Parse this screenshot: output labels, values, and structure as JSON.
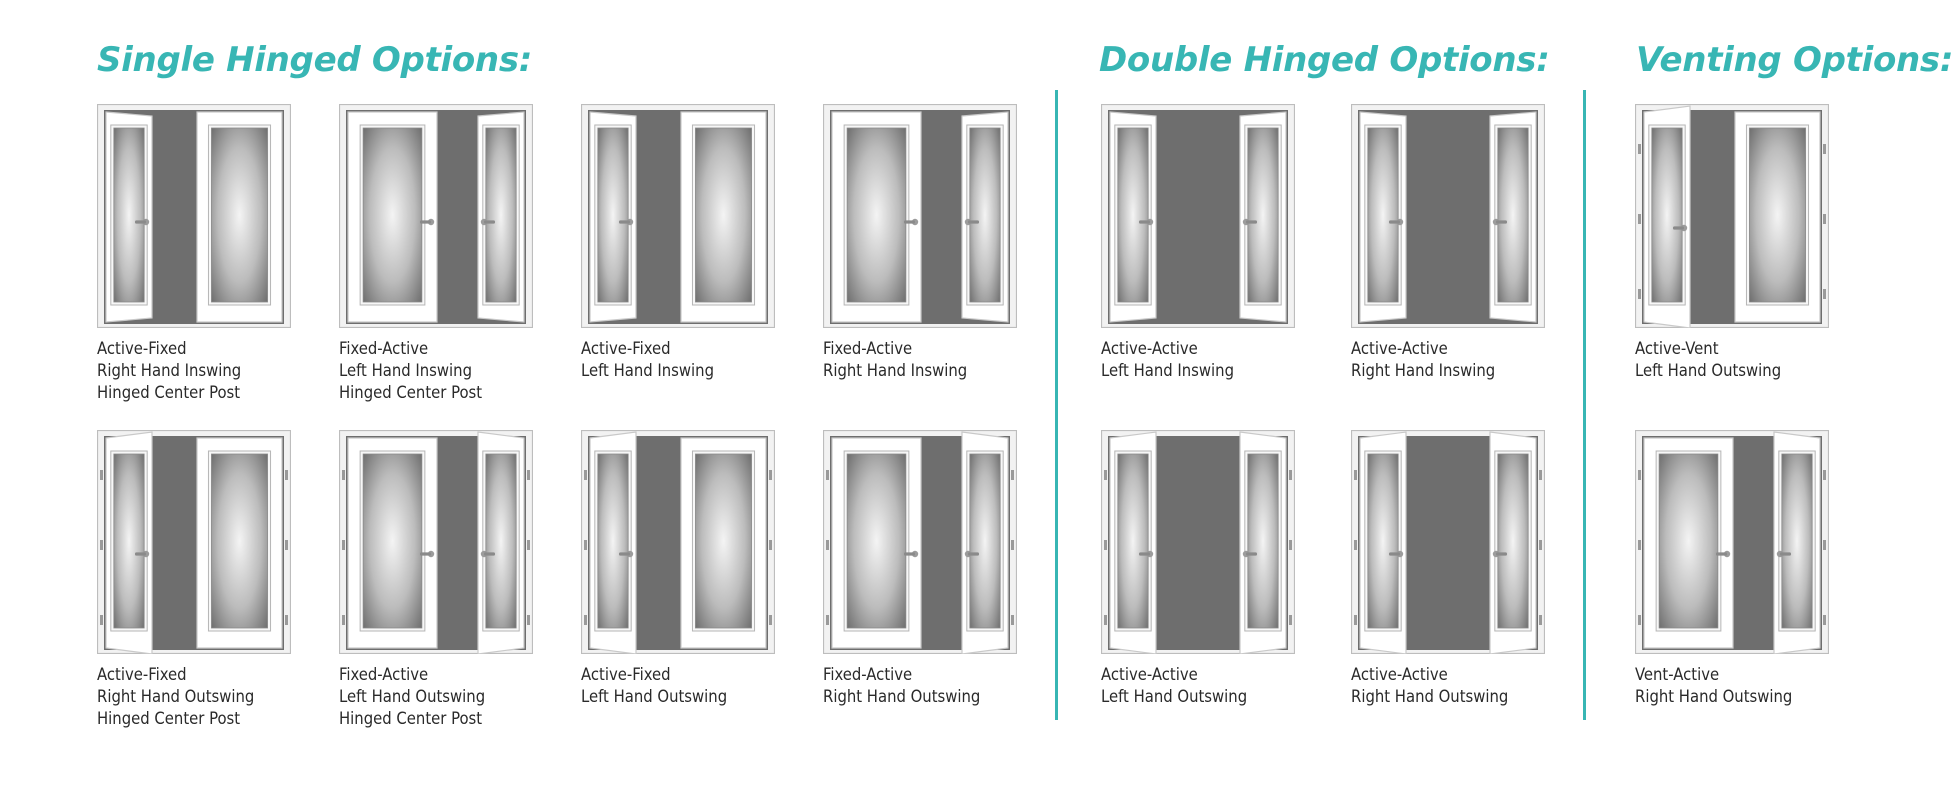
{
  "sections": [
    {
      "title": "Single Hinged Options:"
    },
    {
      "title": "Double Hinged Options:"
    },
    {
      "title": "Venting Options:"
    }
  ],
  "colors": {
    "accent": "#38b6b4",
    "frame": "#f2f2f2",
    "door": "#ffffff",
    "opening": "#6e6e6e",
    "text": "#2a2a2a"
  },
  "doors": [
    {
      "id": "sh-1",
      "config": "active-fixed-rh-inswing-hcp",
      "swing": "in",
      "left": "open",
      "right": "closed",
      "lines": [
        "Active-Fixed",
        "Right Hand Inswing",
        "Hinged Center Post"
      ]
    },
    {
      "id": "sh-2",
      "config": "fixed-active-lh-inswing-hcp",
      "swing": "in",
      "left": "closed",
      "right": "open",
      "lines": [
        "Fixed-Active",
        "Left Hand Inswing",
        "Hinged Center Post"
      ]
    },
    {
      "id": "sh-3",
      "config": "active-fixed-lh-inswing",
      "swing": "in",
      "left": "open",
      "right": "closed",
      "lines": [
        "Active-Fixed",
        "Left Hand Inswing"
      ]
    },
    {
      "id": "sh-4",
      "config": "fixed-active-rh-inswing",
      "swing": "in",
      "left": "closed",
      "right": "open",
      "lines": [
        "Fixed-Active",
        "Right Hand Inswing"
      ]
    },
    {
      "id": "dh-1",
      "config": "active-active-lh-inswing",
      "swing": "in",
      "left": "open",
      "right": "open",
      "lines": [
        "Active-Active",
        "Left Hand Inswing"
      ]
    },
    {
      "id": "dh-2",
      "config": "active-active-rh-inswing",
      "swing": "in",
      "left": "open",
      "right": "open",
      "lines": [
        "Active-Active",
        "Right Hand Inswing"
      ]
    },
    {
      "id": "v-1",
      "config": "active-vent-lh-outswing",
      "swing": "out",
      "left": "open",
      "right": "closed",
      "lines": [
        "Active-Vent",
        "Left Hand Outswing"
      ]
    },
    {
      "id": "sh-5",
      "config": "active-fixed-rh-outswing-hcp",
      "swing": "out",
      "left": "open",
      "right": "closed",
      "lines": [
        "Active-Fixed",
        "Right Hand Outswing",
        "Hinged Center Post"
      ]
    },
    {
      "id": "sh-6",
      "config": "fixed-active-lh-outswing-hcp",
      "swing": "out",
      "left": "closed",
      "right": "open",
      "lines": [
        "Fixed-Active",
        "Left Hand Outswing",
        "Hinged Center Post"
      ]
    },
    {
      "id": "sh-7",
      "config": "active-fixed-lh-outswing",
      "swing": "out",
      "left": "open",
      "right": "closed",
      "lines": [
        "Active-Fixed",
        "Left Hand Outswing"
      ]
    },
    {
      "id": "sh-8",
      "config": "fixed-active-rh-outswing",
      "swing": "out",
      "left": "closed",
      "right": "open",
      "lines": [
        "Fixed-Active",
        "Right Hand Outswing"
      ]
    },
    {
      "id": "dh-3",
      "config": "active-active-lh-outswing",
      "swing": "out",
      "left": "open",
      "right": "open",
      "lines": [
        "Active-Active",
        "Left Hand Outswing"
      ]
    },
    {
      "id": "dh-4",
      "config": "active-active-rh-outswing",
      "swing": "out",
      "left": "open",
      "right": "open",
      "lines": [
        "Active-Active",
        "Right Hand Outswing"
      ]
    },
    {
      "id": "v-2",
      "config": "vent-active-rh-outswing",
      "swing": "out",
      "left": "closed",
      "right": "open",
      "lines": [
        "Vent-Active",
        "Right Hand Outswing"
      ]
    }
  ]
}
